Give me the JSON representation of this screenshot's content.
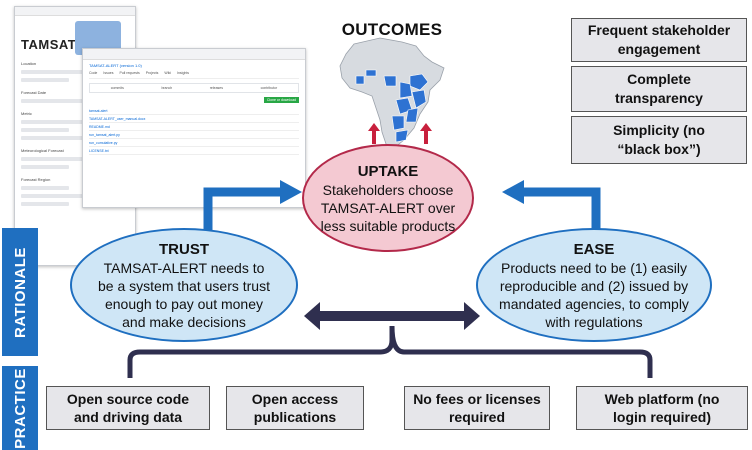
{
  "screenshot": {
    "logo_text": "TAMSAT",
    "app_title": "TAMSAT-ALERT",
    "project_title": "TAMSAT-ALERT (version 1.0)",
    "left_panel": [
      "Location",
      "Forecast Date",
      "Metric",
      "Meteorological Forecast",
      "Forecast Region"
    ],
    "tabs": [
      "Code",
      "Issues",
      "Pull requests",
      "Projects",
      "Wiki",
      "Insights"
    ],
    "stats": [
      "commits",
      "branch",
      "releases",
      "contributor"
    ],
    "files": [
      "tamsat-alert",
      "TAMSAT-ALERT_user_manual.docx",
      "README.md",
      "run_tamsat_alert.py",
      "run_cumulative.py",
      "LICENSE.txt"
    ],
    "download_button": "Clone or download"
  },
  "outcomes_title": "OUTCOMES",
  "principles": [
    "Frequent stakeholder engagement",
    "Complete transparency",
    "Simplicity (no “black box”)"
  ],
  "uptake": {
    "heading": "UPTAKE",
    "text": "Stakeholders choose TAMSAT-ALERT over less suitable products"
  },
  "trust": {
    "heading": "TRUST",
    "text": "TAMSAT-ALERT needs to be a system that users trust enough to pay out money and make decisions"
  },
  "ease": {
    "heading": "EASE",
    "text": "Products need to be (1) easily reproducible and (2) issued by mandated agencies, to comply with regulations"
  },
  "side_labels": {
    "rationale": "RATIONALE",
    "practice": "PRACTICE"
  },
  "practice": [
    "Open source code and driving data",
    "Open access publications",
    "No fees or licenses required",
    "Web platform (no login required)"
  ],
  "colors": {
    "blue": "#1f6fc0",
    "light_blue": "#cfe6f6",
    "pink": "#f4c9d2",
    "red": "#b3294a",
    "navy": "#2f2f4f",
    "gray_box": "#e6e6ea",
    "map_highlight": "#2e72d2",
    "map_base": "#d7dbe0"
  }
}
